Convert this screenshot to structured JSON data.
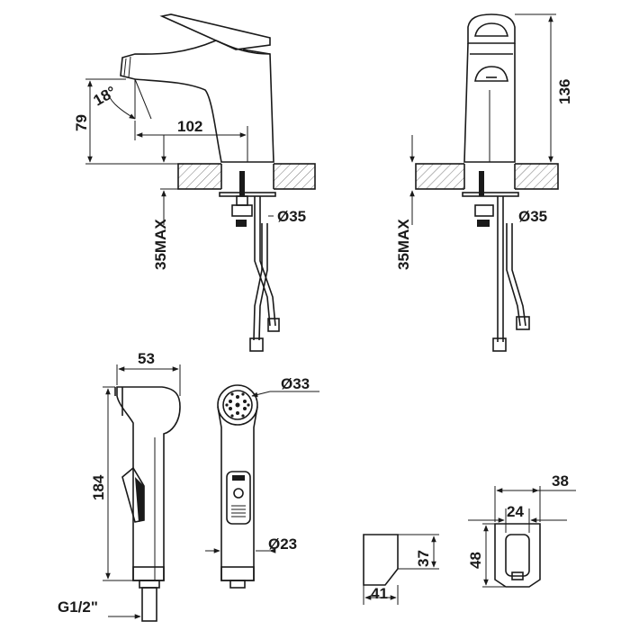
{
  "dimensions": {
    "angle": "18°",
    "spout_height": "79",
    "spout_reach": "102",
    "hole_dia_left": "Ø35",
    "max_thickness_left": "35MAX",
    "total_height": "136",
    "hole_dia_right": "Ø35",
    "max_thickness_right": "35MAX",
    "head_width": "53",
    "shower_length": "184",
    "thread": "G1/2\"",
    "head_dia": "Ø33",
    "hose_dia": "Ø23",
    "holder_width": "38",
    "holder_inner": "24",
    "holder_depth": "41",
    "holder_height_a": "37",
    "holder_height_b": "48"
  }
}
